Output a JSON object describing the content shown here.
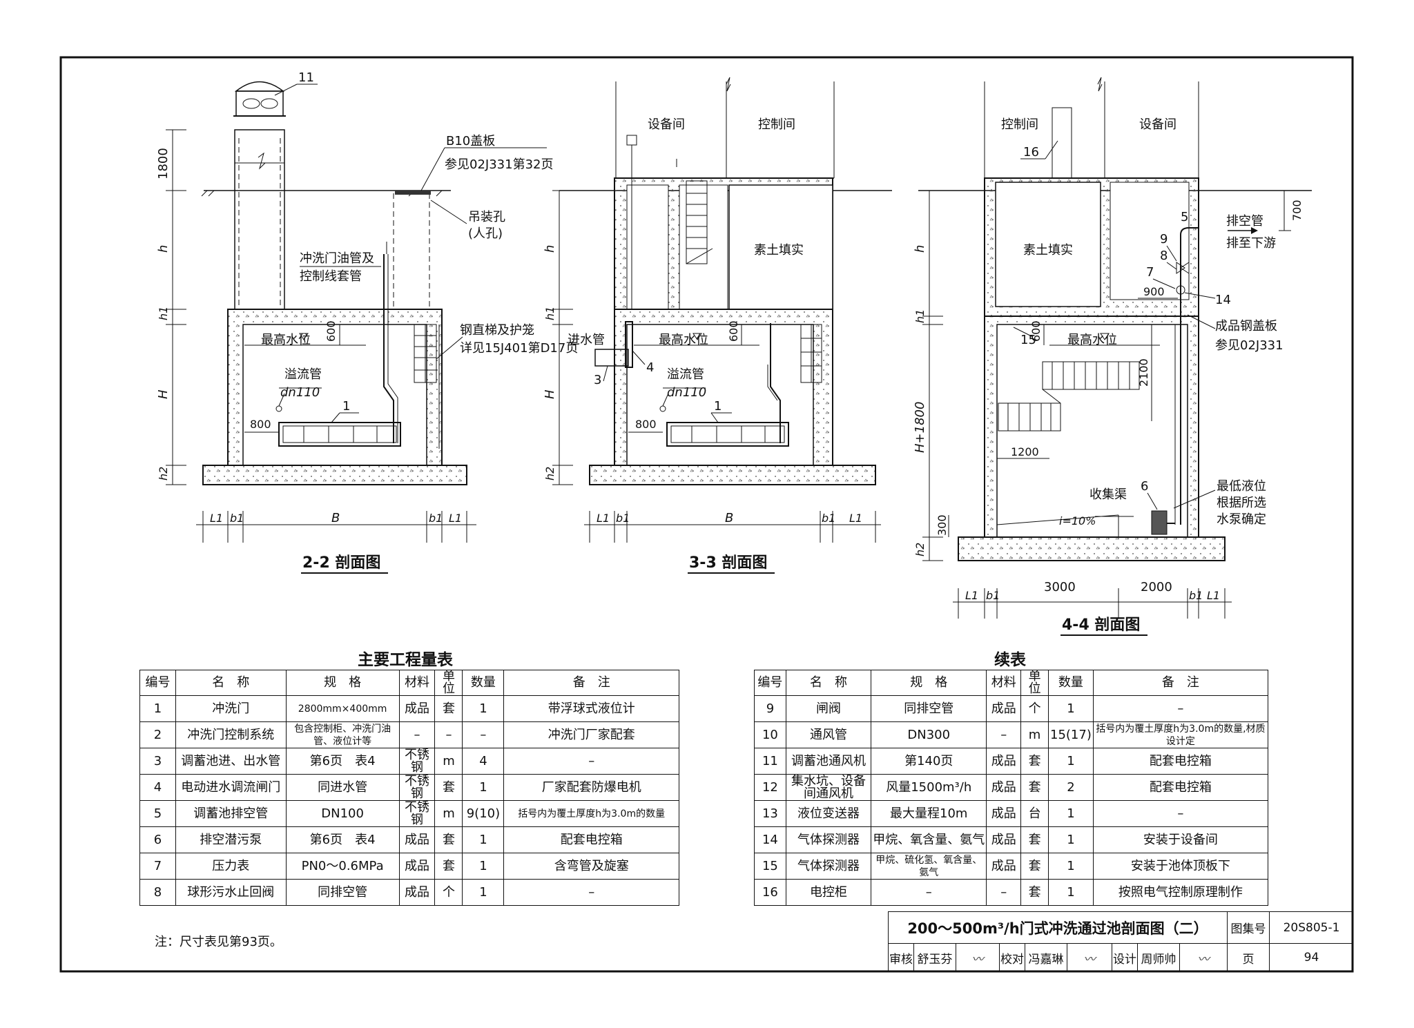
{
  "sections": {
    "s22": {
      "title": "2-2 剖面图",
      "labels": {
        "n11": "11",
        "dim1800": "1800",
        "h": "h",
        "h1": "h1",
        "H": "H",
        "h2": "h2",
        "cover": "B10盖板",
        "cover_ref": "参见02J331第32页",
        "hoist1": "吊装孔",
        "hoist2": "(人孔)",
        "pipe1": "冲洗门油管及",
        "pipe2": "控制线套管",
        "ladder1": "钢直梯及护笼",
        "ladder2": "详见15J401第D17页",
        "maxlevel": "最高水位",
        "d600": "600",
        "overflow": "溢流管",
        "dn110": "dn110",
        "d800": "800",
        "n1": "1",
        "L1a": "L1",
        "b1a": "b1",
        "B": "B",
        "b1b": "b1",
        "L1b": "L1"
      }
    },
    "s33": {
      "title": "3-3 剖面图",
      "labels": {
        "equip": "设备间",
        "control": "控制间",
        "soil": "素土填实",
        "h": "h",
        "h1": "h1",
        "H": "H",
        "h2": "h2",
        "inlet": "进水管",
        "n4": "4",
        "n3": "3",
        "maxlevel": "最高水位",
        "d600": "600",
        "overflow": "溢流管",
        "dn110": "dn110",
        "d800": "800",
        "n1": "1",
        "L1a": "L1",
        "b1a": "b1",
        "B": "B",
        "b1b": "b1",
        "L1b": "L1"
      }
    },
    "s44": {
      "title": "4-4 剖面图",
      "labels": {
        "control": "控制间",
        "equip": "设备间",
        "n16": "16",
        "soil": "素土填实",
        "h": "h",
        "h1": "h1",
        "H1800": "H+1800",
        "h2": "h2",
        "d300": "300",
        "d700": "700",
        "n5": "5",
        "vent1": "排空管",
        "vent2": "排至下游",
        "n9": "9",
        "n8": "8",
        "n7": "7",
        "d900": "900",
        "n14": "14",
        "lid1": "成品钢盖板",
        "lid2": "参见02J331",
        "n15": "15",
        "d600": "600",
        "maxlevel": "最高水位",
        "d2100": "2100",
        "d1200": "1200",
        "channel": "收集渠",
        "n6": "6",
        "minl1": "最低液位",
        "minl2": "根据所选",
        "minl3": "水泵确定",
        "slope": "i=10%",
        "L1a": "L1",
        "b1a": "b1",
        "d3000": "3000",
        "d2000": "2000",
        "b1b": "b1",
        "L1b": "L1"
      }
    }
  },
  "table1": {
    "title": "主要工程量表",
    "headers": [
      "编号",
      "名　称",
      "规　格",
      "材料",
      "单位",
      "数量",
      "备　注"
    ],
    "rows": [
      [
        "1",
        "冲洗门",
        "2800mm×400mm",
        "成品",
        "套",
        "1",
        "带浮球式液位计"
      ],
      [
        "2",
        "冲洗门控制系统",
        "包含控制柜、冲洗门油管、液位计等",
        "–",
        "–",
        "–",
        "冲洗门厂家配套"
      ],
      [
        "3",
        "调蓄池进、出水管",
        "第6页　表4",
        "不锈钢",
        "m",
        "4",
        "–"
      ],
      [
        "4",
        "电动进水调流闸门",
        "同进水管",
        "不锈钢",
        "套",
        "1",
        "厂家配套防爆电机"
      ],
      [
        "5",
        "调蓄池排空管",
        "DN100",
        "不锈钢",
        "m",
        "9(10)",
        "括号内为覆土厚度h为3.0m的数量"
      ],
      [
        "6",
        "排空潜污泵",
        "第6页　表4",
        "成品",
        "套",
        "1",
        "配套电控箱"
      ],
      [
        "7",
        "压力表",
        "PN0～0.6MPa",
        "成品",
        "套",
        "1",
        "含弯管及旋塞"
      ],
      [
        "8",
        "球形污水止回阀",
        "同排空管",
        "成品",
        "个",
        "1",
        "–"
      ]
    ]
  },
  "table2": {
    "title": "续表",
    "headers": [
      "编号",
      "名　称",
      "规　格",
      "材料",
      "单位",
      "数量",
      "备　注"
    ],
    "rows": [
      [
        "9",
        "闸阀",
        "同排空管",
        "成品",
        "个",
        "1",
        "–"
      ],
      [
        "10",
        "通风管",
        "DN300",
        "–",
        "m",
        "15(17)",
        "括号内为覆土厚度h为3.0m的数量,材质设计定"
      ],
      [
        "11",
        "调蓄池通风机",
        "第140页",
        "成品",
        "套",
        "1",
        "配套电控箱"
      ],
      [
        "12",
        "集水坑、设备间通风机",
        "风量1500m³/h",
        "成品",
        "套",
        "2",
        "配套电控箱"
      ],
      [
        "13",
        "液位变送器",
        "最大量程10m",
        "成品",
        "台",
        "1",
        "–"
      ],
      [
        "14",
        "气体探测器",
        "甲烷、氧含量、氨气",
        "成品",
        "套",
        "1",
        "安装于设备间"
      ],
      [
        "15",
        "气体探测器",
        "甲烷、硫化氢、氧含量、氨气",
        "成品",
        "套",
        "1",
        "安装于池体顶板下"
      ],
      [
        "16",
        "电控柜",
        "–",
        "–",
        "套",
        "1",
        "按照电气控制原理制作"
      ]
    ]
  },
  "note": "注：尺寸表见第93页。",
  "titleblock": {
    "drawing_title": "200～500m³/h门式冲洗通过池剖面图（二）",
    "atlas_label": "图集号",
    "atlas_no": "20S805-1",
    "review_label": "审核",
    "reviewer": "舒玉芬",
    "check_label": "校对",
    "checker": "冯嘉琳",
    "design_label": "设计",
    "designer": "周师帅",
    "page_label": "页",
    "page_no": "94"
  }
}
